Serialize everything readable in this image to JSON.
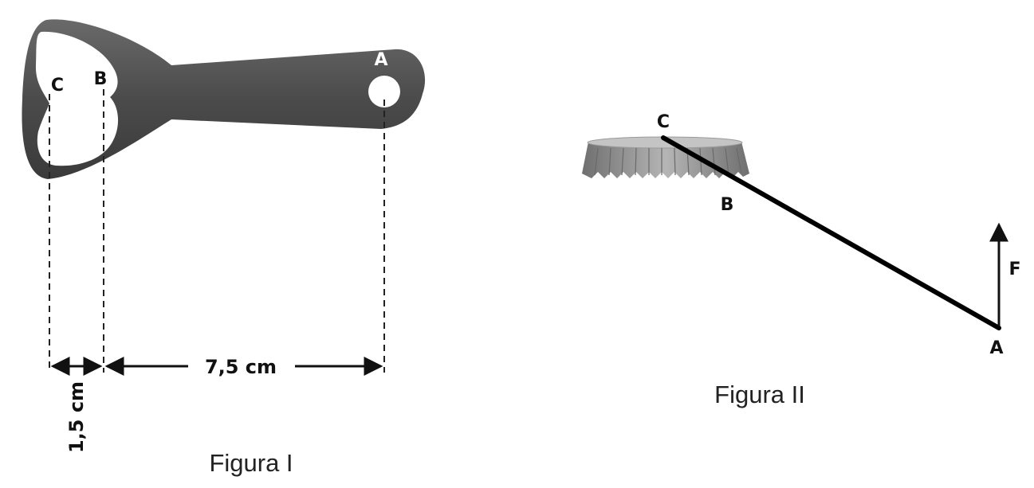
{
  "figure1": {
    "caption": "Figura I",
    "labels": {
      "A": "A",
      "B": "B",
      "C": "C"
    },
    "dim_short": "1,5 cm",
    "dim_long": "7,5 cm"
  },
  "figure2": {
    "caption": "Figura II",
    "labels": {
      "A": "A",
      "B": "B",
      "C": "C"
    },
    "force_label": "F"
  },
  "colors": {
    "opener_metal": "#4a4a4a",
    "lever": "#000000",
    "cap_top": "#b9b9b9",
    "cap_side": "#8c8c8c"
  }
}
